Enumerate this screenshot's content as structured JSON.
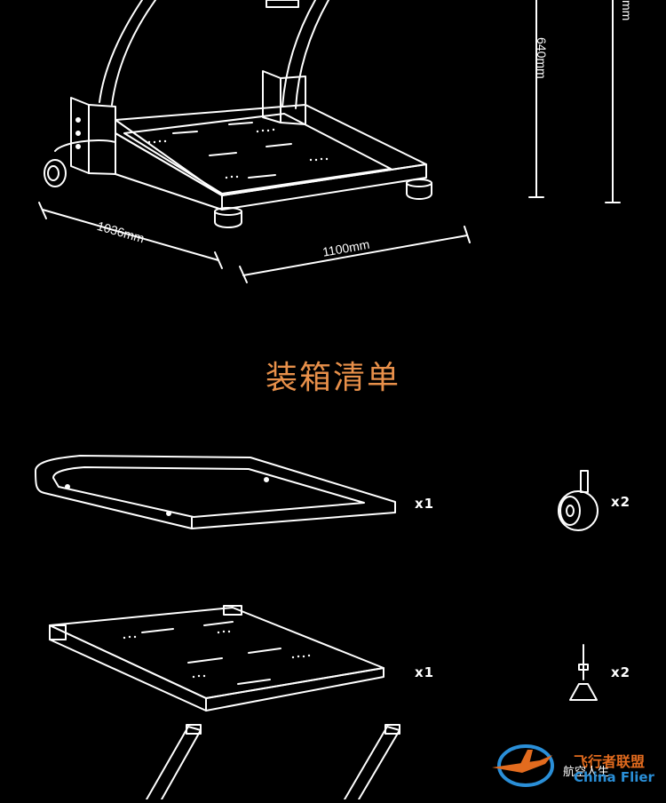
{
  "dimensions": {
    "depth": "1036mm",
    "width": "1100mm",
    "height_a": "640mm",
    "height_b": "mm"
  },
  "section_title": "装箱清单",
  "parts": [
    {
      "item": "u-frame",
      "qty": "x1"
    },
    {
      "item": "caster-wheel",
      "qty": "x2"
    },
    {
      "item": "pedal-plate",
      "qty": "x1"
    },
    {
      "item": "leveling-foot",
      "qty": "x2"
    }
  ],
  "watermark": {
    "cn": "飞行者联盟",
    "en": "China Flier",
    "sub": "航空人生"
  },
  "colors": {
    "background": "#000000",
    "line": "#ffffff",
    "title": "#e8904a",
    "watermark_blue": "#2a8fd8",
    "watermark_orange": "#e26b1e"
  }
}
